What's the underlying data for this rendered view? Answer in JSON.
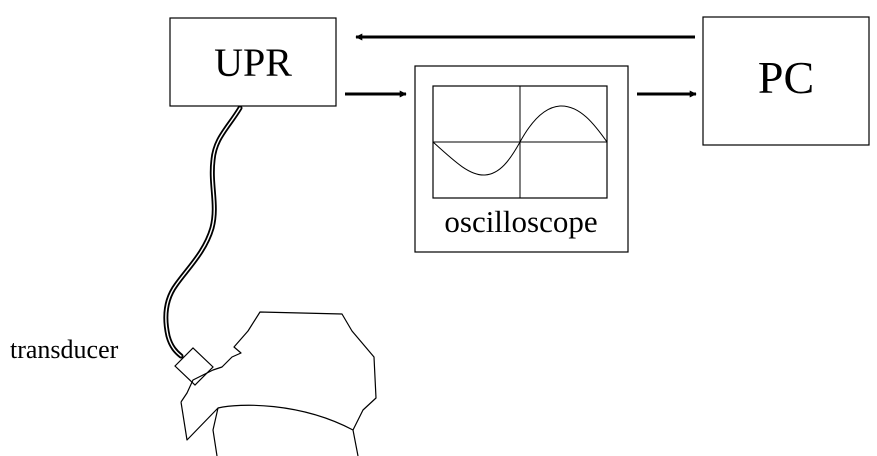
{
  "labels": {
    "upr": "UPR",
    "pc": "PC",
    "oscilloscope": "oscilloscope",
    "transducer": "transducer"
  },
  "colors": {
    "line": "#000000",
    "background": "#ffffff"
  }
}
